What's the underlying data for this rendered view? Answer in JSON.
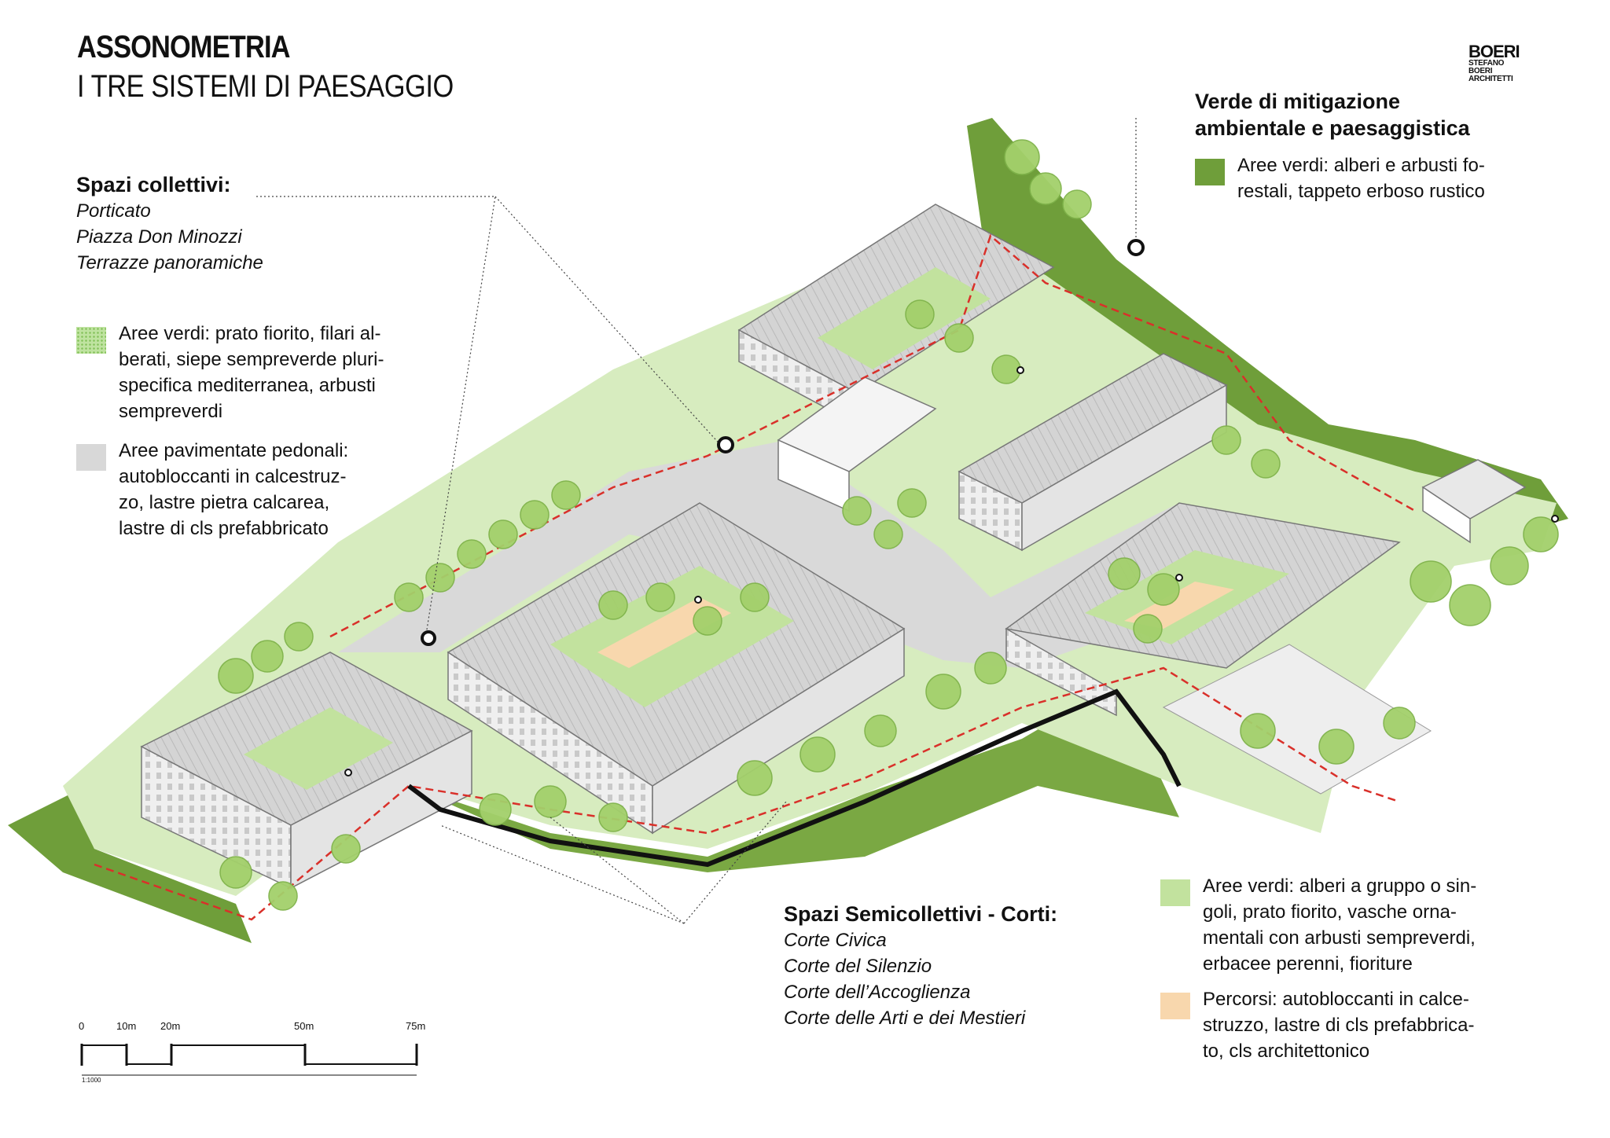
{
  "title": {
    "main": "ASSONOMETRIA",
    "subtitle": "I TRE SISTEMI DI PAESAGGIO"
  },
  "logo": {
    "mark": "BOERI",
    "lines": [
      "STEFANO",
      "BOERI",
      "ARCHITETTI"
    ]
  },
  "spazi_collettivi": {
    "heading": "Spazi collettivi:",
    "items": [
      "Porticato",
      "Piazza Don Minozzi",
      "Terrazze panoramiche"
    ],
    "legend": [
      {
        "text": "Aree verdi: prato fiorito, filari al-\nberati, siepe sempreverde pluri-\nspecifica mediterranea, arbusti\nsempreverdi",
        "swatch_color": "#bfe3a0"
      },
      {
        "text": "Aree pavimentate pedonali:\nautobloccanti in calcestruz-\nzo, lastre pietra calcarea,\nlastre di cls prefabbricato",
        "swatch_color": "#d8d8d8"
      }
    ]
  },
  "verde_mitigazione": {
    "heading_line1": "Verde di mitigazione",
    "heading_line2": "ambientale e paesaggistica",
    "legend": [
      {
        "text": "Aree verdi: alberi e arbusti fo-\nrestali, tappeto erboso rustico",
        "swatch_color": "#6f9e3a"
      }
    ]
  },
  "spazi_semicollettivi": {
    "heading": "Spazi Semicollettivi - Corti:",
    "items": [
      "Corte Civica",
      "Corte del Silenzio",
      "Corte dell’Accoglienza",
      "Corte delle Arti e dei Mestieri"
    ],
    "legend": [
      {
        "text": "Aree verdi: alberi a gruppo o sin-\ngoli, prato fiorito, vasche orna-\nmentali con arbusti sempreverdi,\nerbacee perenni, fioriture",
        "swatch_color": "#c2e29e"
      },
      {
        "text": "Percorsi: autobloccanti in calce-\nstruzzo, lastre di cls prefabbrica-\nto, cls architettonico",
        "swatch_color": "#f8d7ad"
      }
    ]
  },
  "scale_bar": {
    "ticks": [
      "0",
      "10m",
      "20m",
      "50m",
      "75m"
    ],
    "ratio": "1:1000"
  },
  "colors": {
    "forest_green": "#6f9e3a",
    "light_green": "#c2e29e",
    "tree_green": "#a3d06b",
    "path_red": "#d9302a",
    "building_grey": "#d9d9d9",
    "peach": "#f8d7ad"
  }
}
